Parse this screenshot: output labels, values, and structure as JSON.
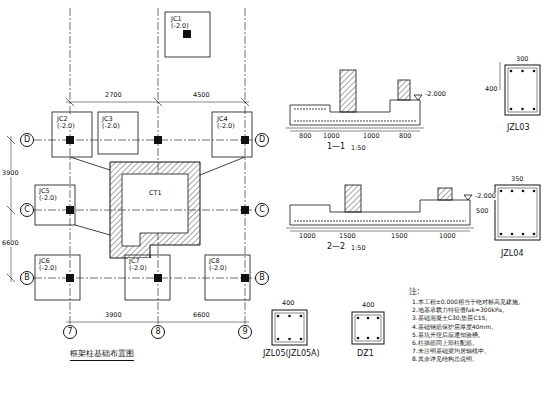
{
  "diagram": {
    "title": "框架柱基础布置图",
    "nodes": [
      {
        "text": [
          "D"
        ]
      },
      {
        "text": [
          "D"
        ]
      },
      {
        "text": [
          "C"
        ]
      },
      {
        "text": [
          "C"
        ]
      },
      {
        "text": [
          "B"
        ]
      },
      {
        "text": [
          "B"
        ]
      },
      {
        "text": [
          "7"
        ]
      },
      {
        "text": [
          "8"
        ]
      },
      {
        "text": [
          "9"
        ]
      }
    ],
    "edges": [
      {
        "from": 0,
        "to": 1,
        "arrow": "none"
      },
      {
        "from": 2,
        "to": 3,
        "arrow": "none"
      },
      {
        "from": 4,
        "to": 5,
        "arrow": "none"
      }
    ],
    "labels": [
      "1—1",
      "1:50",
      "2—2",
      "1:50",
      "JZL03",
      "JZL04",
      "JZL05(JZL05A)",
      "DZ1",
      "注:",
      "1.本工程±0.000相当于绝对标高见建施。",
      "2.地基承载力特征值fak=300kPa。",
      "3.基础混凝土C30,垫层C15。",
      "4.基础钢筋保护层厚度40mm。",
      "5.基坑开挖后应通知验槽。",
      "6.柱插筋同上部柱配筋。",
      "7.未注明基础梁均居轴线中。",
      "8.其余详见结构总说明。",
      "JC1 (-2.0)",
      "JC2 (-2.0)",
      "JC3 (-2.0)",
      "JC4 (-2.0)",
      "JC5 (-2.0)",
      "JC6 (-2.0)",
      "JC7 (-2.0)",
      "JC8 (-2.0)",
      "CT1",
      "3900",
      "6600",
      "3900",
      "6600",
      "2700",
      "4500",
      "800",
      "1000",
      "1000",
      "800",
      "1000",
      "1500",
      "1500",
      "1000",
      "-2.000",
      "-2.000",
      "400",
      "300",
      "500",
      "350",
      "400",
      "400"
    ]
  }
}
